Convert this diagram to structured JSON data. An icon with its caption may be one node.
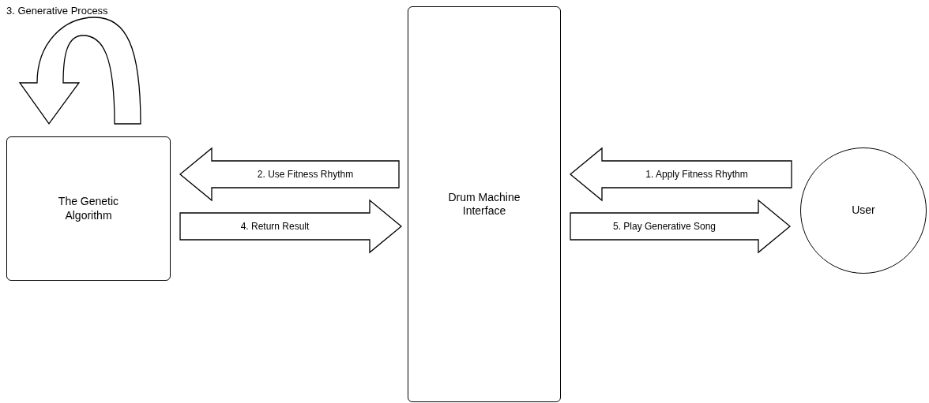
{
  "diagram": {
    "nodes": [
      {
        "text": [
          "The Genetic Algorithm"
        ]
      },
      {
        "text": [
          "Drum Machine Interface"
        ]
      },
      {
        "text": [
          "User"
        ]
      }
    ],
    "edges": [
      {
        "from": 2,
        "to": 1,
        "arrow": "to",
        "label": "1. Apply Fitness Rhythm"
      },
      {
        "from": 1,
        "to": 0,
        "arrow": "to",
        "label": "2. Use Fitness Rhythm"
      },
      {
        "from": 0,
        "to": 0,
        "arrow": "to"
      },
      {
        "from": 0,
        "to": 1,
        "arrow": "to",
        "label": "4. Return Result"
      },
      {
        "from": 1,
        "to": 2,
        "arrow": "to",
        "label": "5. Play Generative Song"
      }
    ],
    "labels": [
      "3. Generative Process"
    ]
  }
}
